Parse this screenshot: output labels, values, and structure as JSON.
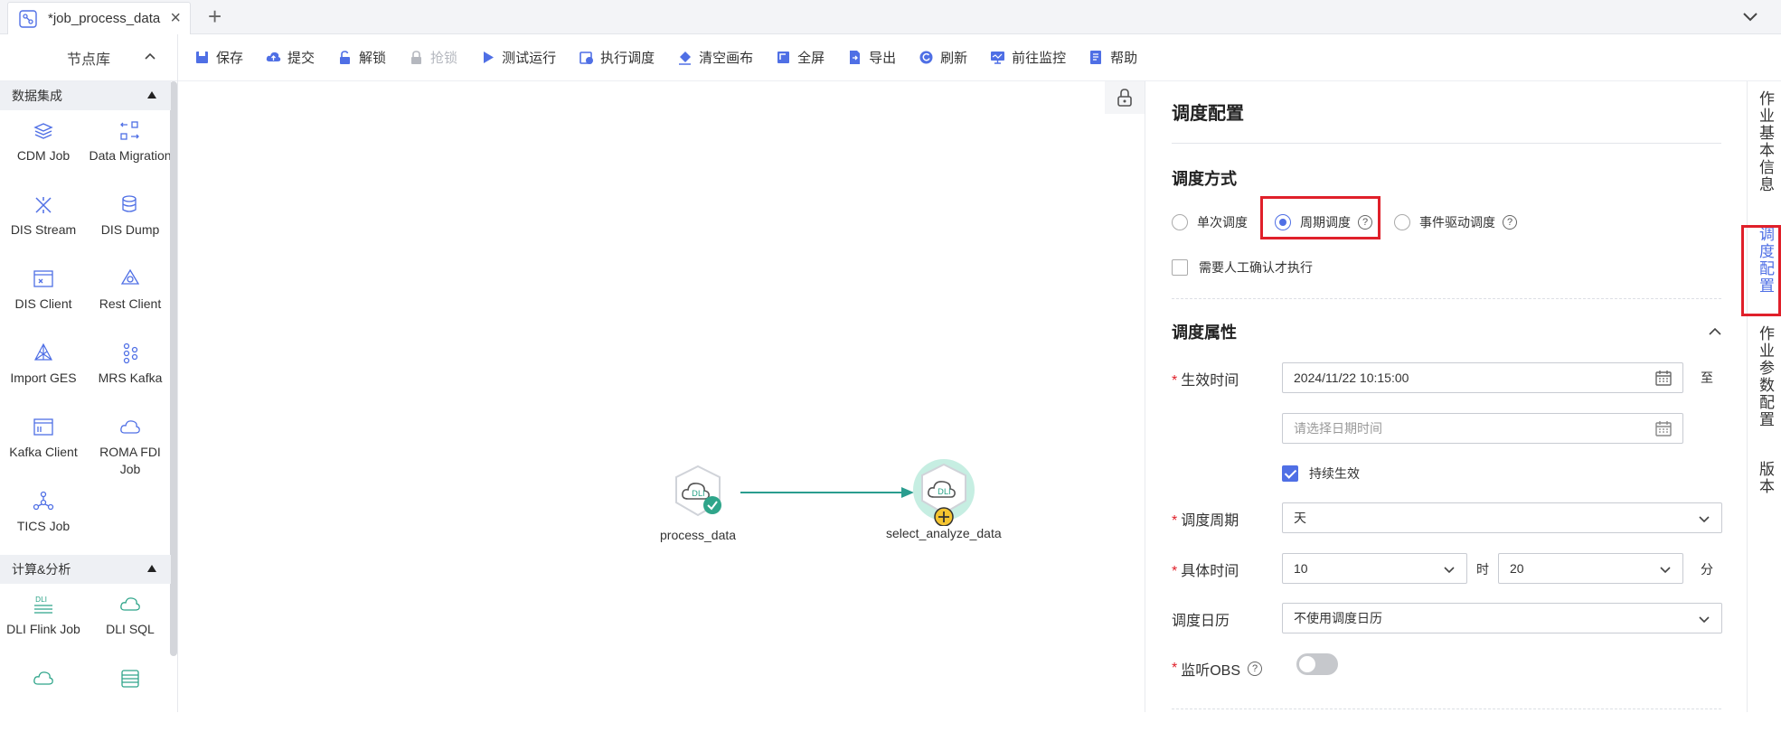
{
  "tab": {
    "title": "*job_process_data",
    "close": "×",
    "add": "+"
  },
  "library": {
    "title": "节点库",
    "groups": [
      {
        "name": "数据集成",
        "items": [
          "CDM Job",
          "Data Migration",
          "DIS Stream",
          "DIS Dump",
          "DIS Client",
          "Rest Client",
          "Import GES",
          "MRS Kafka",
          "Kafka Client",
          "ROMA FDI Job",
          "TICS Job"
        ]
      },
      {
        "name": "计算&分析",
        "items": [
          "DLI Flink Job",
          "DLI SQL"
        ]
      }
    ]
  },
  "toolbar": {
    "save": "保存",
    "submit": "提交",
    "unlock": "解锁",
    "grab_lock": "抢锁",
    "test_run": "测试运行",
    "execute_schedule": "执行调度",
    "clear_canvas": "清空画布",
    "fullscreen": "全屏",
    "export": "导出",
    "refresh": "刷新",
    "go_monitor": "前往监控",
    "help": "帮助"
  },
  "canvas": {
    "nodes": [
      {
        "label": "process_data",
        "icon_text": "DLI",
        "status": "success"
      },
      {
        "label": "select_analyze_data",
        "icon_text": "DLI",
        "status": "selected"
      }
    ]
  },
  "panel": {
    "title": "调度配置",
    "mode_section": "调度方式",
    "modes": {
      "once": "单次调度",
      "periodic": "周期调度",
      "event": "事件驱动调度"
    },
    "selected_mode": "periodic",
    "manual_confirm": "需要人工确认才执行",
    "attr_section": "调度属性",
    "effective_time_label": "生效时间",
    "effective_start": "2024/11/22 10:15:00",
    "to_text": "至",
    "effective_end_placeholder": "请选择日期时间",
    "continuous_label": "持续生效",
    "cycle_label": "调度周期",
    "cycle_value": "天",
    "specific_time_label": "具体时间",
    "hour_value": "10",
    "hour_unit": "时",
    "minute_value": "20",
    "minute_unit": "分",
    "calendar_label": "调度日历",
    "calendar_value": "不使用调度日历",
    "obs_label": "监听OBS",
    "required_mark": "*",
    "help_mark": "?"
  },
  "vtabs": {
    "basic_info": "作业基本信息",
    "schedule_config": "调度配置",
    "param_config": "作业参数配置",
    "version": "版本"
  },
  "colors": {
    "accent": "#4f6fe5",
    "highlight": "#e0202a",
    "success": "#2fa58a",
    "edge": "#2a9d8f"
  }
}
